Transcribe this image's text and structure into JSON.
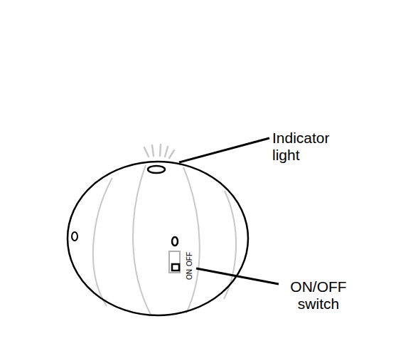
{
  "diagram": {
    "labels": [
      "Indicator light",
      "ON/OFF switch",
      "ON",
      "OFF"
    ]
  }
}
